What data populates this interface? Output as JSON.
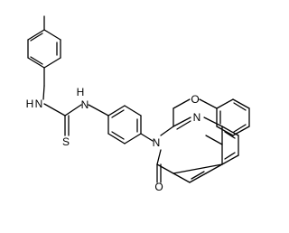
{
  "structure": {
    "atom_labels": {
      "methyl_hidden": "",
      "nh_left": "H",
      "n_left": "N",
      "nh_right": "H",
      "n_right": "N",
      "thione_s": "S",
      "n3": "N",
      "n1": "N",
      "carbonyl_o": "O",
      "ether_o": "O"
    }
  }
}
